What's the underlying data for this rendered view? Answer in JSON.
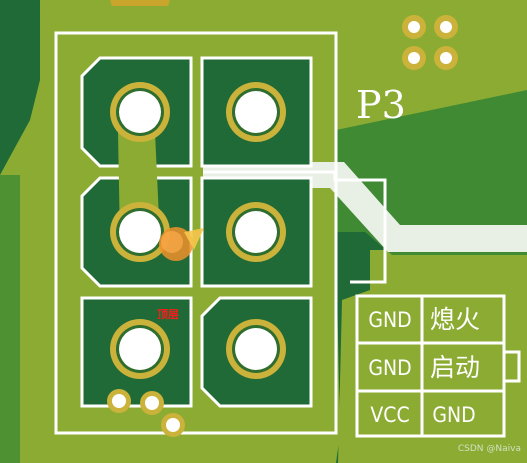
{
  "colors": {
    "board_dark": "#1f6a36",
    "board_light": "#3f8a33",
    "copper_pour": "#8cab33",
    "silkscreen": "#ffffff",
    "pad_ring": "#cbb23a",
    "drill": "#ffffff",
    "cursor_highlight": "#f0902a",
    "layer_label": "#ff1a1a"
  },
  "component": {
    "designator": "P3"
  },
  "pin_label_table": {
    "rows": [
      [
        "GND",
        "熄火"
      ],
      [
        "GND",
        "启动"
      ],
      [
        "VCC",
        "GND"
      ]
    ]
  },
  "layer_label": "顶层",
  "watermark": "CSDN @Naiva",
  "icons": {
    "pad": "through-hole-pad-icon",
    "via": "via-icon",
    "cursor": "cursor-highlight-icon"
  }
}
